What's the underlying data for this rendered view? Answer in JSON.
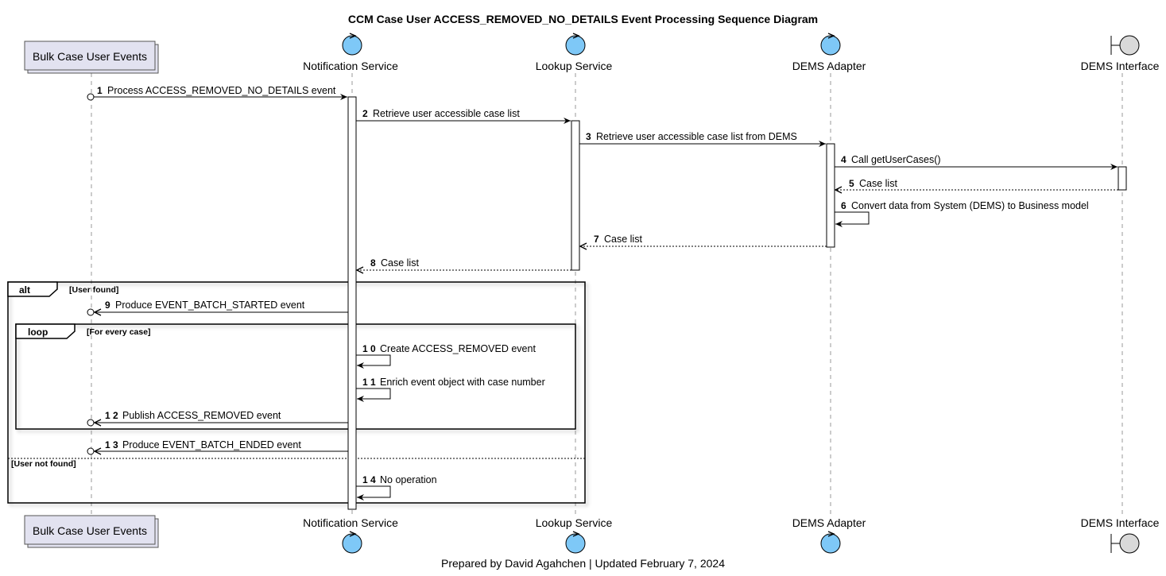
{
  "title": "CCM Case User ACCESS_REMOVED_NO_DETAILS Event Processing Sequence Diagram",
  "footer": "Prepared by David Agahchen | Updated February 7, 2024",
  "participants": [
    {
      "name": "Bulk Case User Events",
      "kind": "queue"
    },
    {
      "name": "Notification Service",
      "kind": "control",
      "color": "#7ec8f7"
    },
    {
      "name": "Lookup Service",
      "kind": "control",
      "color": "#7ec8f7"
    },
    {
      "name": "DEMS Adapter",
      "kind": "control",
      "color": "#7ec8f7"
    },
    {
      "name": "DEMS Interface",
      "kind": "boundary",
      "color": "#d9d9d9"
    }
  ],
  "messages": [
    {
      "num": "1",
      "text": "Process ACCESS_REMOVED_NO_DETAILS event"
    },
    {
      "num": "2",
      "text": "Retrieve user accessible case list"
    },
    {
      "num": "3",
      "text": "Retrieve user accessible case list from DEMS"
    },
    {
      "num": "4",
      "text": "Call getUserCases()"
    },
    {
      "num": "5",
      "text": "Case list"
    },
    {
      "num": "6",
      "text": "Convert data from System (DEMS) to Business model"
    },
    {
      "num": "7",
      "text": "Case list"
    },
    {
      "num": "8",
      "text": "Case list"
    },
    {
      "num": "9",
      "text": "Produce EVENT_BATCH_STARTED event"
    },
    {
      "num": "1 0",
      "text": "Create ACCESS_REMOVED event"
    },
    {
      "num": "1 1",
      "text": "Enrich event object with case number"
    },
    {
      "num": "1 2",
      "text": "Publish ACCESS_REMOVED event"
    },
    {
      "num": "1 3",
      "text": "Produce EVENT_BATCH_ENDED event"
    },
    {
      "num": "1 4",
      "text": "No operation"
    }
  ],
  "frames": {
    "alt": {
      "label": "alt",
      "guard": "[User found]",
      "else_guard": "[User not found]"
    },
    "loop": {
      "label": "loop",
      "guard": "[For every case]"
    }
  }
}
